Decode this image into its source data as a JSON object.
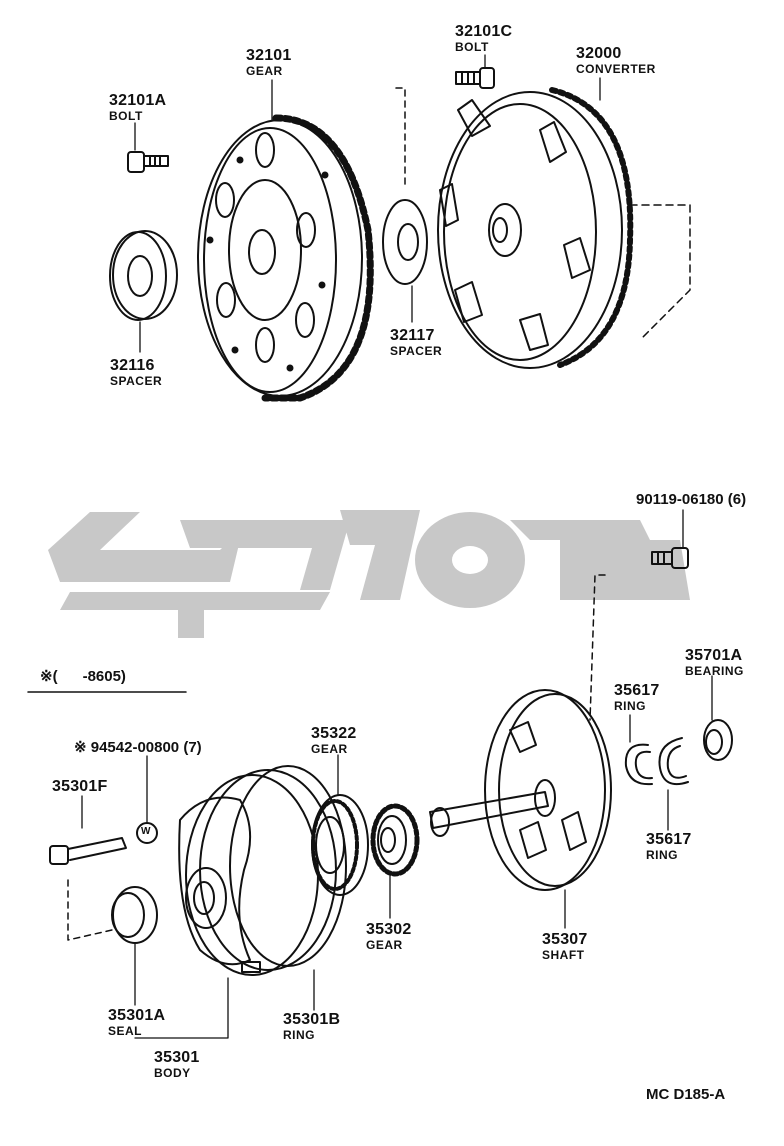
{
  "labels": {
    "p32101": {
      "number": "32101",
      "desc": "GEAR"
    },
    "p32101A": {
      "number": "32101A",
      "desc": "BOLT"
    },
    "p32101C": {
      "number": "32101C",
      "desc": "BOLT"
    },
    "p32000": {
      "number": "32000",
      "desc": "CONVERTER"
    },
    "p32116": {
      "number": "32116",
      "desc": "SPACER"
    },
    "p32117": {
      "number": "32117",
      "desc": "SPACER"
    },
    "p90119": {
      "number": "90119-06180 (6)"
    },
    "p35701A": {
      "number": "35701A",
      "desc": "BEARING"
    },
    "p35617a": {
      "number": "35617",
      "desc": "RING"
    },
    "p35617b": {
      "number": "35617",
      "desc": "RING"
    },
    "p94542": {
      "number": "※ 94542-00800 (7)"
    },
    "p35322": {
      "number": "35322",
      "desc": "GEAR"
    },
    "p35301F": {
      "number": "35301F"
    },
    "p35302": {
      "number": "35302",
      "desc": "GEAR"
    },
    "p35307": {
      "number": "35307",
      "desc": "SHAFT"
    },
    "p35301A": {
      "number": "35301A",
      "desc": "SEAL"
    },
    "p35301B": {
      "number": "35301B",
      "desc": "RING"
    },
    "p35301": {
      "number": "35301",
      "desc": "BODY"
    }
  },
  "note": "※(      -8605)",
  "washer_mark": "W",
  "diagram_code": "MC D185-A",
  "watermark_color": "#c8c8c8"
}
